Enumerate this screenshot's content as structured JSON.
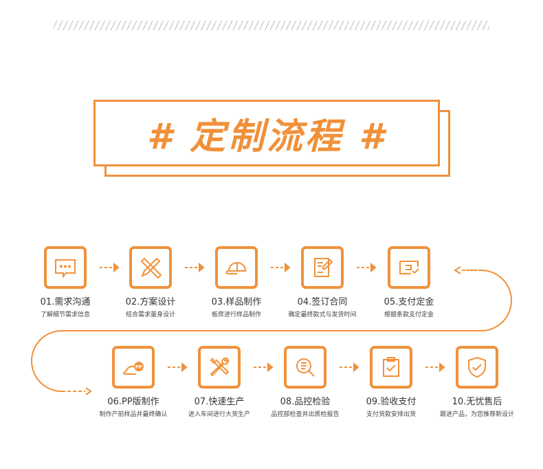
{
  "title": "# 定制流程 #",
  "accent": "#F0913A",
  "steps": [
    {
      "title": "01.需求沟通",
      "sub": "了解细节需求信息",
      "icon": "chat-icon"
    },
    {
      "title": "02.方案设计",
      "sub": "结合需求量身设计",
      "icon": "ruler-pencil-icon"
    },
    {
      "title": "03.样品制作",
      "sub": "板房进行样品制作",
      "icon": "cap-icon"
    },
    {
      "title": "04.签订合同",
      "sub": "确定最终款式与发货时间",
      "icon": "contract-icon"
    },
    {
      "title": "05.支付定金",
      "sub": "根据条款支付定金",
      "icon": "wallet-icon"
    },
    {
      "title": "06.PP版制作",
      "sub": "制作产前样品并最终确认",
      "icon": "pp-cap-icon",
      "badge": "PP"
    },
    {
      "title": "07.快速生产",
      "sub": "进入车间进行大货生产",
      "icon": "tools-icon"
    },
    {
      "title": "08.品控检验",
      "sub": "品控部检查并出质检报告",
      "icon": "inspect-icon"
    },
    {
      "title": "09.验收支付",
      "sub": "支付货款安排出货",
      "icon": "clipboard-check-icon"
    },
    {
      "title": "10.无忧售后",
      "sub": "跟进产品，为您推荐新设计",
      "icon": "shield-check-icon"
    }
  ]
}
